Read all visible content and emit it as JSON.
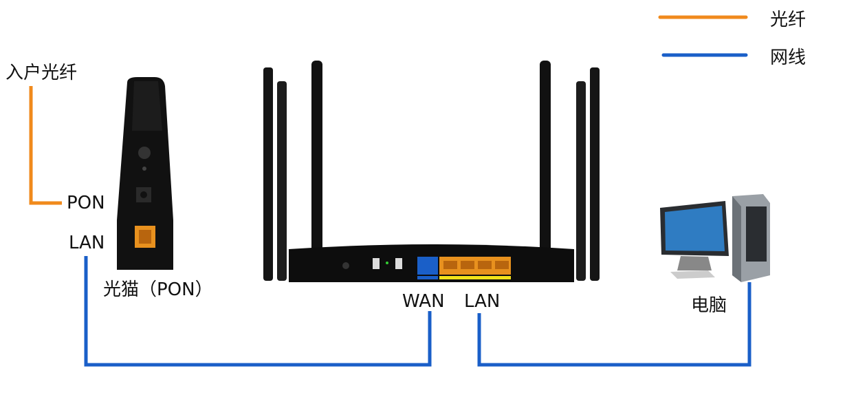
{
  "legend": {
    "fiber_label": "光纤",
    "cable_label": "网线",
    "fiber_color": "#f08a1c",
    "cable_color": "#1a5fc8"
  },
  "labels": {
    "incoming_fiber": "入户光纤",
    "pon_port": "PON",
    "modem_lan_port": "LAN",
    "modem_name": "光猫（PON）",
    "router_wan": "WAN",
    "router_lan": "LAN",
    "computer": "电脑"
  }
}
